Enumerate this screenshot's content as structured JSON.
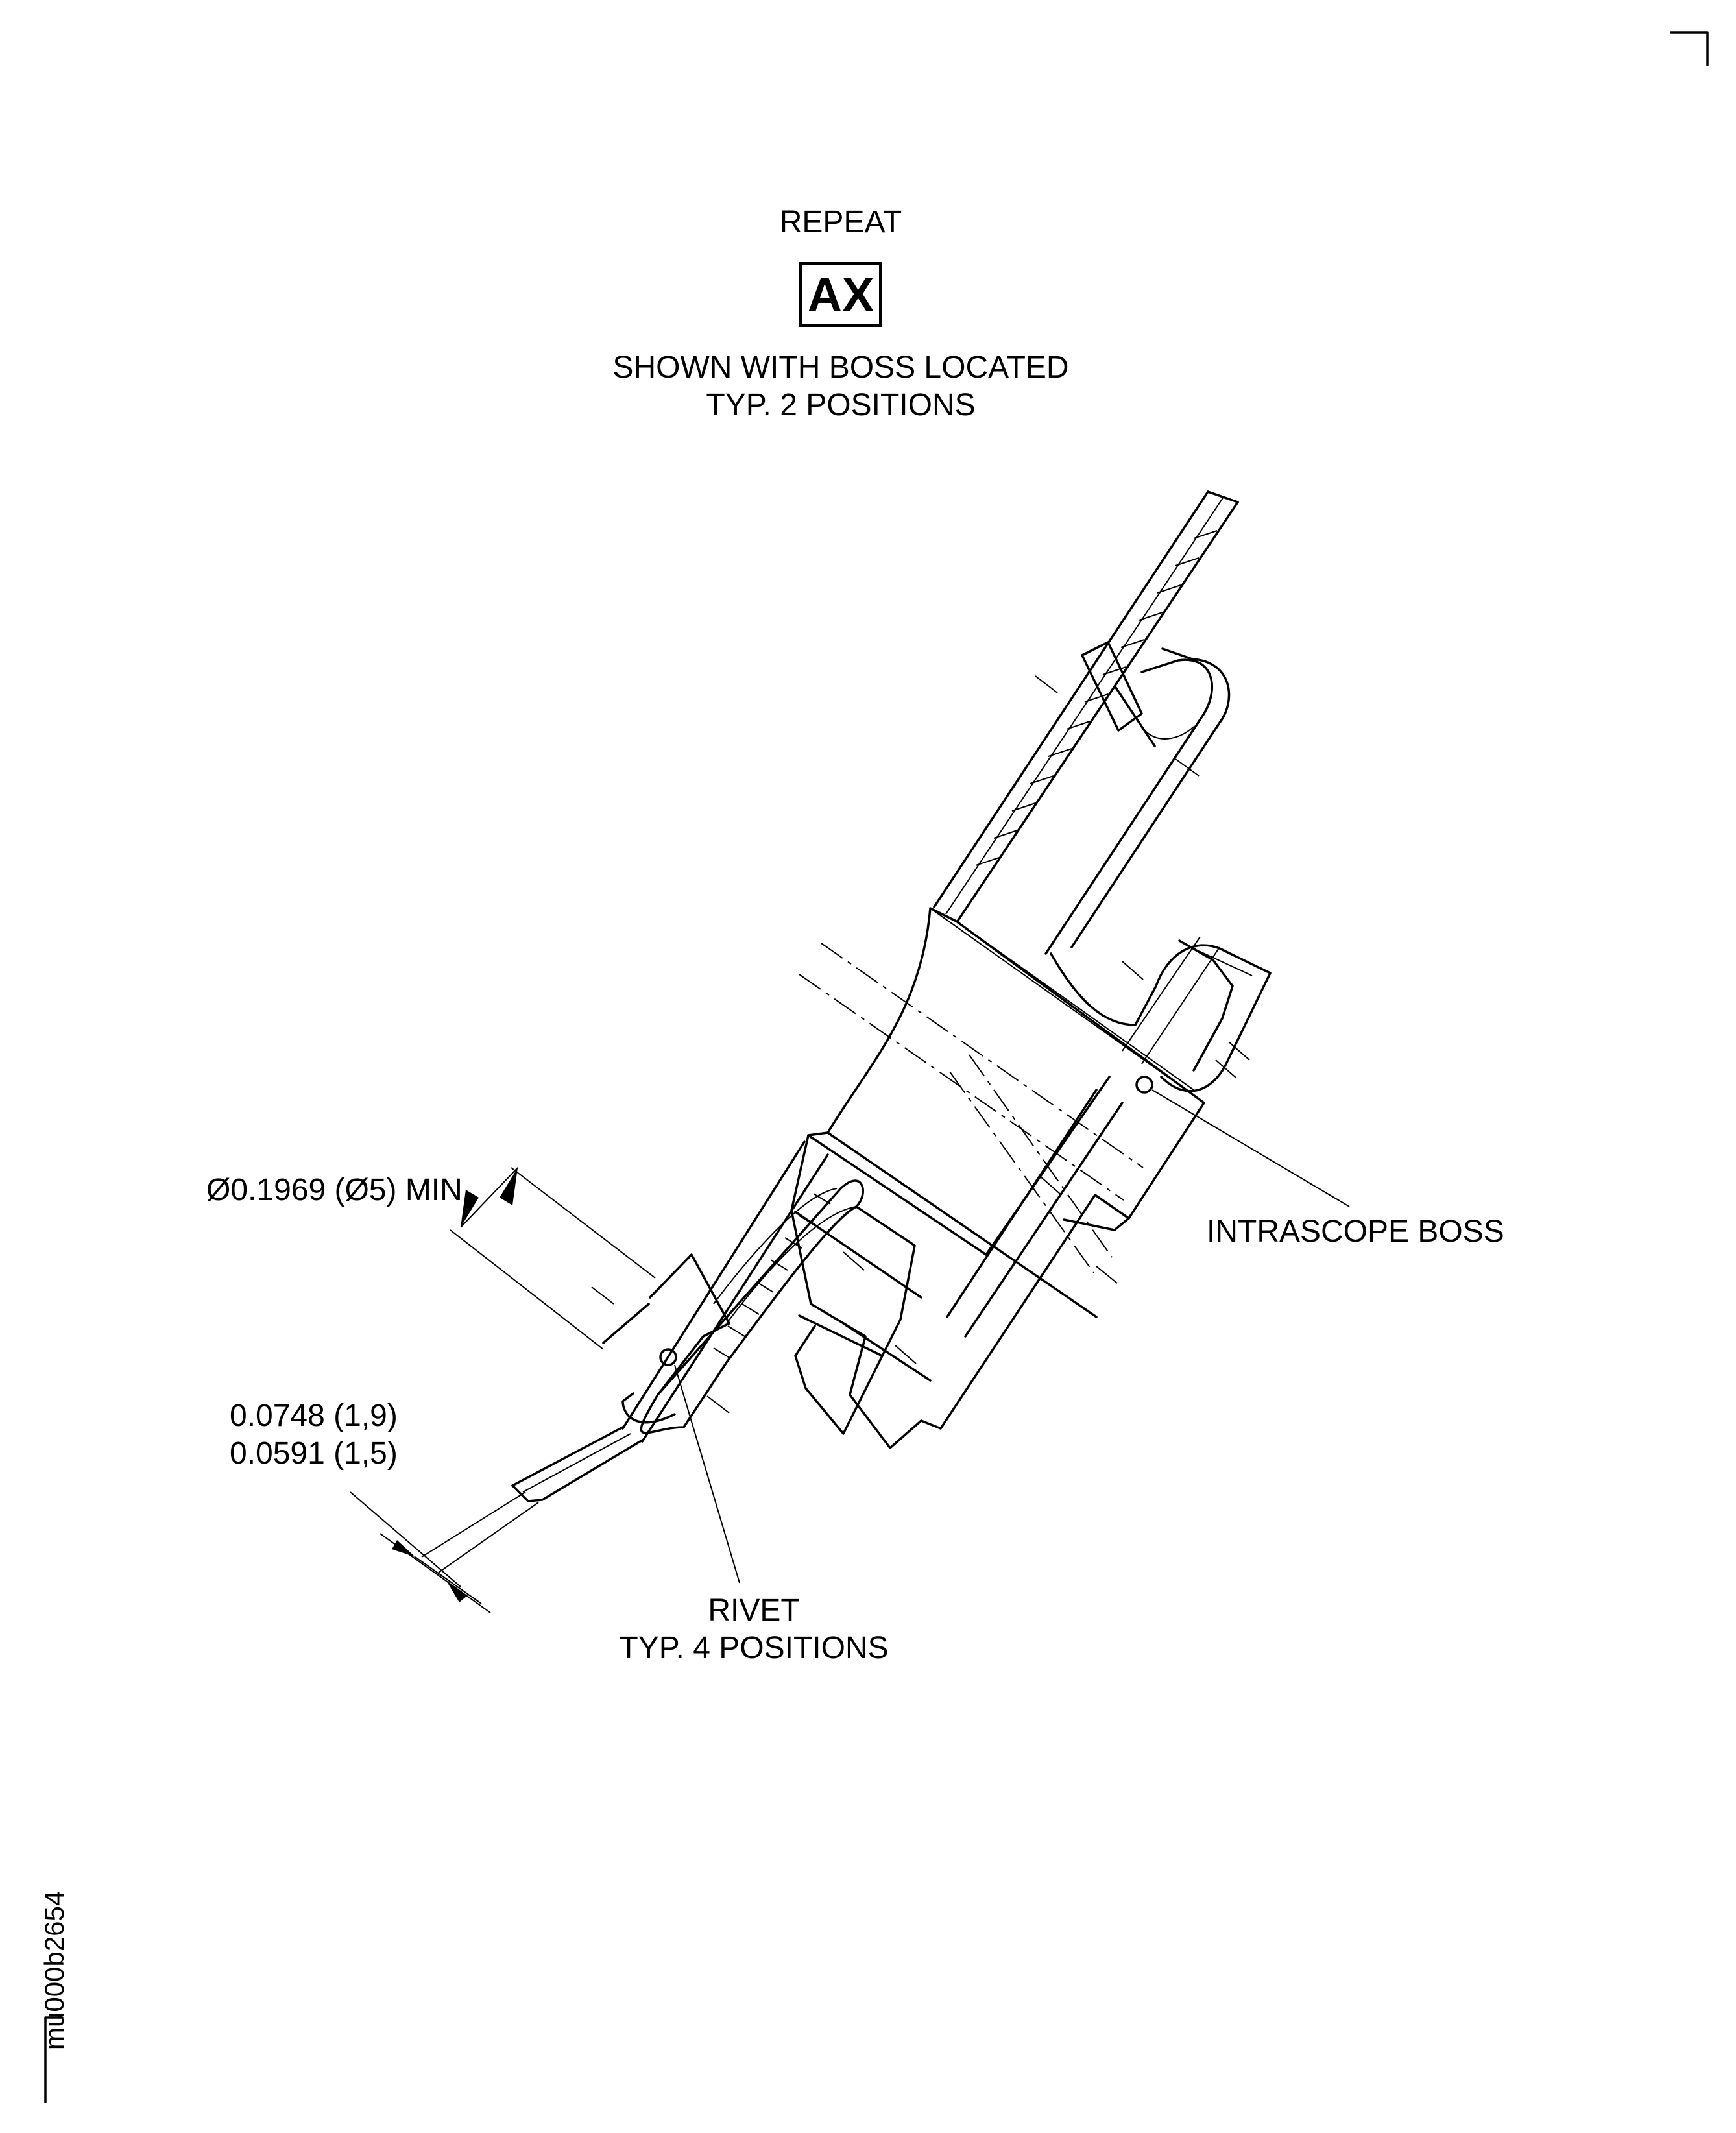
{
  "header": {
    "repeat": "REPEAT",
    "tag": "AX",
    "note_line1": "SHOWN WITH BOSS LOCATED",
    "note_line2": "TYP. 2 POSITIONS"
  },
  "labels": {
    "diameter": "Ø0.1969 (Ø5) MIN",
    "intrascope_boss": "INTRASCOPE BOSS",
    "thickness_max": "0.0748 (1,9)",
    "thickness_min": "0.0591 (1,5)",
    "rivet_line1": "RIVET",
    "rivet_line2": "TYP. 4 POSITIONS"
  },
  "figure_code": "mu000b2654"
}
